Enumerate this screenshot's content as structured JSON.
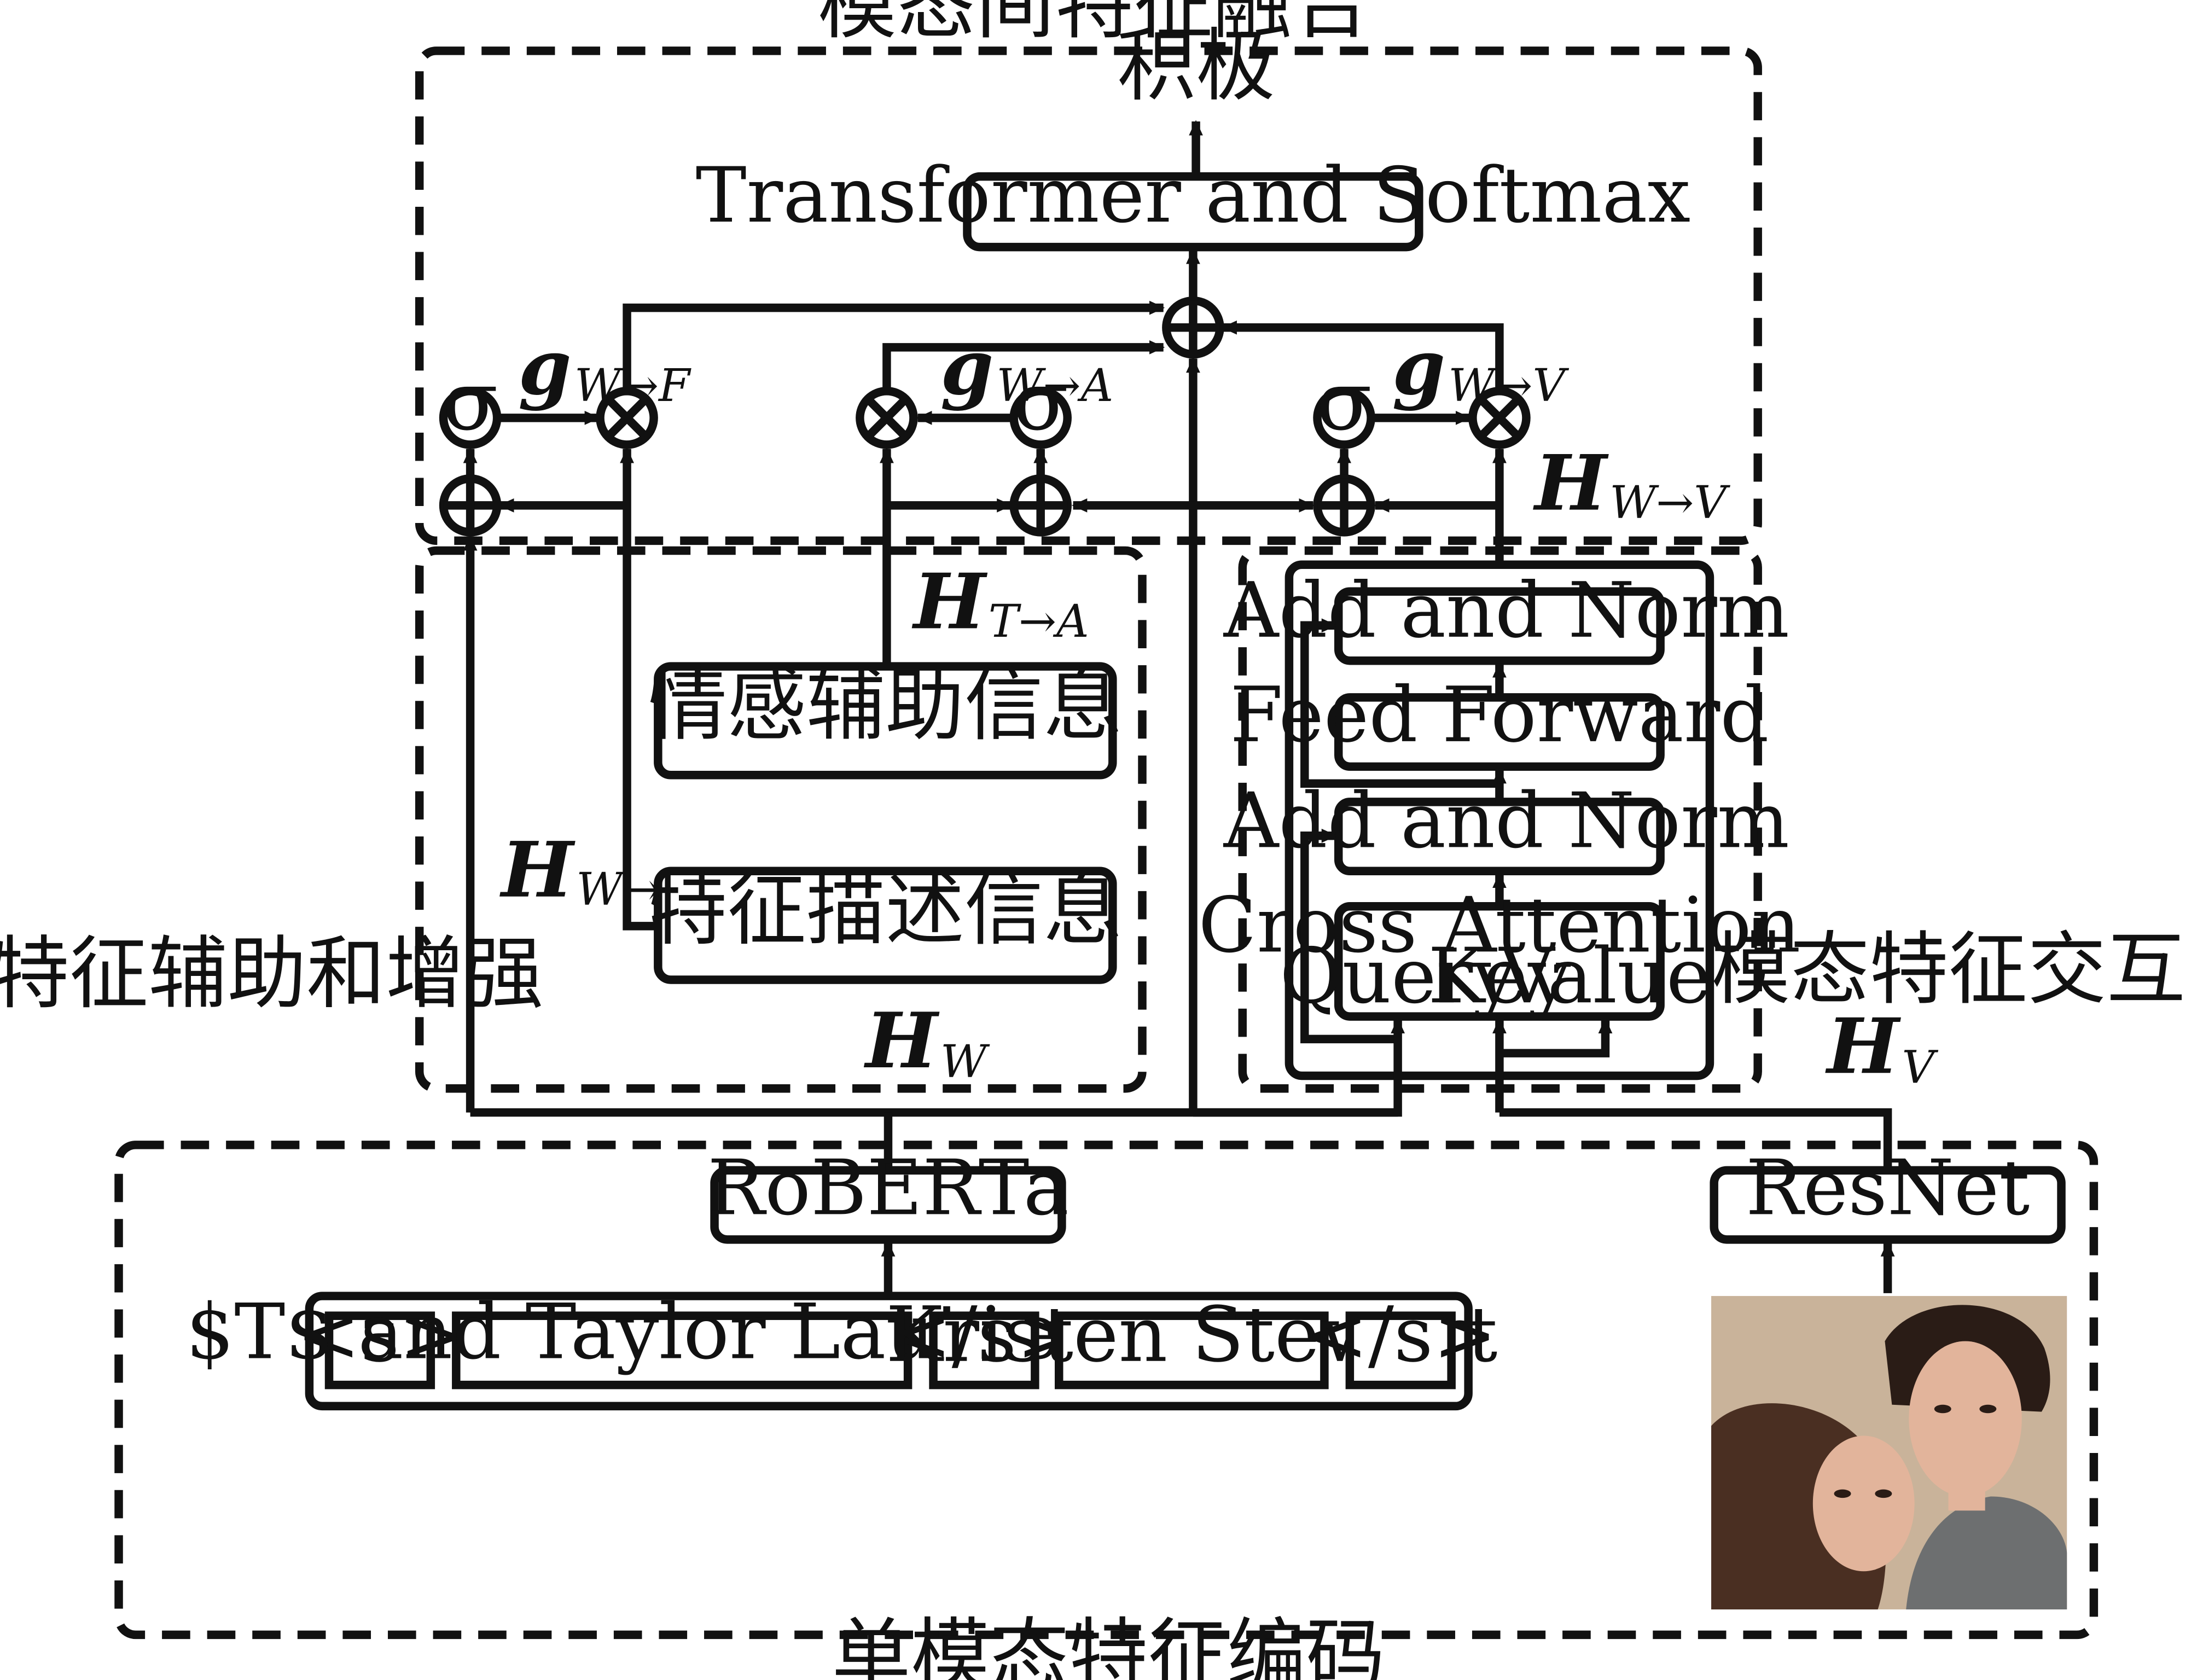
{
  "regions": {
    "fusion": "模态间特征融合",
    "assist": "特征辅助和增强",
    "cross": "跨模态特征交互",
    "encode": "单模态特征编码"
  },
  "output_label": "积极",
  "modules": {
    "transformer": "Transformer and Softmax",
    "roberta": "RoBERTa",
    "resnet": "ResNet",
    "emotion_info": "情感辅助信息",
    "feature_info": "特征描述信息",
    "add_norm_top": "Add and Norm",
    "feed_forward": "Feed Forward",
    "add_norm_bottom": "Add and Norm",
    "cross_attention": "Cross Attention",
    "query": "Query",
    "key": "Key",
    "value": "Value"
  },
  "tokens": [
    "<s>",
    "$T$ and Taylor Lautner…",
    "</s>",
    "Kristen Stewart",
    "</s>"
  ],
  "symbols": {
    "sigma": "σ",
    "g_wf": {
      "main": "g",
      "sub": "W→F"
    },
    "g_wa": {
      "main": "g",
      "sub": "W→A"
    },
    "g_wv": {
      "main": "g",
      "sub": "W→V"
    },
    "h_wv": {
      "main": "H",
      "sub": "W→V"
    },
    "h_ta": {
      "main": "H",
      "sub": "T→A"
    },
    "h_wf": {
      "main": "H",
      "sub": "W→F"
    },
    "h_w": {
      "main": "H",
      "sub": "W"
    },
    "h_v": {
      "main": "H",
      "sub": "V"
    }
  },
  "colors": {
    "line": "#111111",
    "background": "#ffffff",
    "photo_bg": "#c9b39a",
    "photo_hair_dark": "#2a1c16",
    "photo_hair_brown": "#4a2f22",
    "photo_skin": "#e2b49b",
    "photo_shirt": "#6d6f70"
  }
}
